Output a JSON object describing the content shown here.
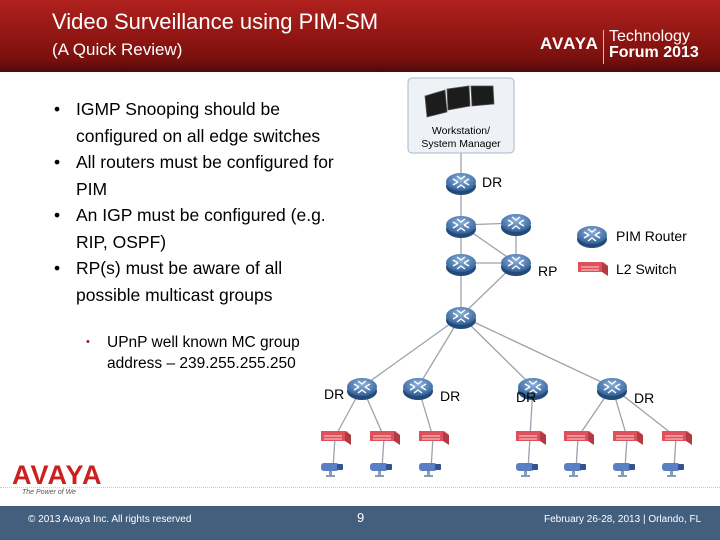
{
  "header": {
    "title": "Video Surveillance using PIM-SM",
    "subtitle": "(A Quick Review)",
    "brand": "AVAYA",
    "event_line1": "Technology",
    "event_line2": "Forum 2013"
  },
  "bullets": [
    "IGMP Snooping should be configured on all edge switches",
    "All routers must be configured for PIM",
    "An IGP must be configured (e.g. RIP, OSPF)",
    "RP(s) must be aware of all possible multicast groups"
  ],
  "sub_bullet": "UPnP well known MC group address – 239.255.255.250",
  "diagram": {
    "workstation_label_line1": "Workstation/",
    "workstation_label_line2": "System Manager",
    "dr_top": "DR",
    "rp": "RP",
    "legend_router": "PIM Router",
    "legend_switch": "L2 Switch",
    "dr_bottom": [
      "DR",
      "DR",
      "DR",
      "DR"
    ]
  },
  "logo": {
    "name": "AVAYA",
    "tagline": "The Power of We"
  },
  "footer": {
    "copyright": "© 2013 Avaya Inc. All rights reserved",
    "page": "9",
    "date_place": "February 26-28, 2013 | Orlando, FL"
  },
  "colors": {
    "header_red": "#9a1a16",
    "router_blue": "#3f6fa8",
    "switch_red": "#e0505a",
    "camera_blue": "#5b7fc4",
    "footer_blue": "#425f7e"
  }
}
